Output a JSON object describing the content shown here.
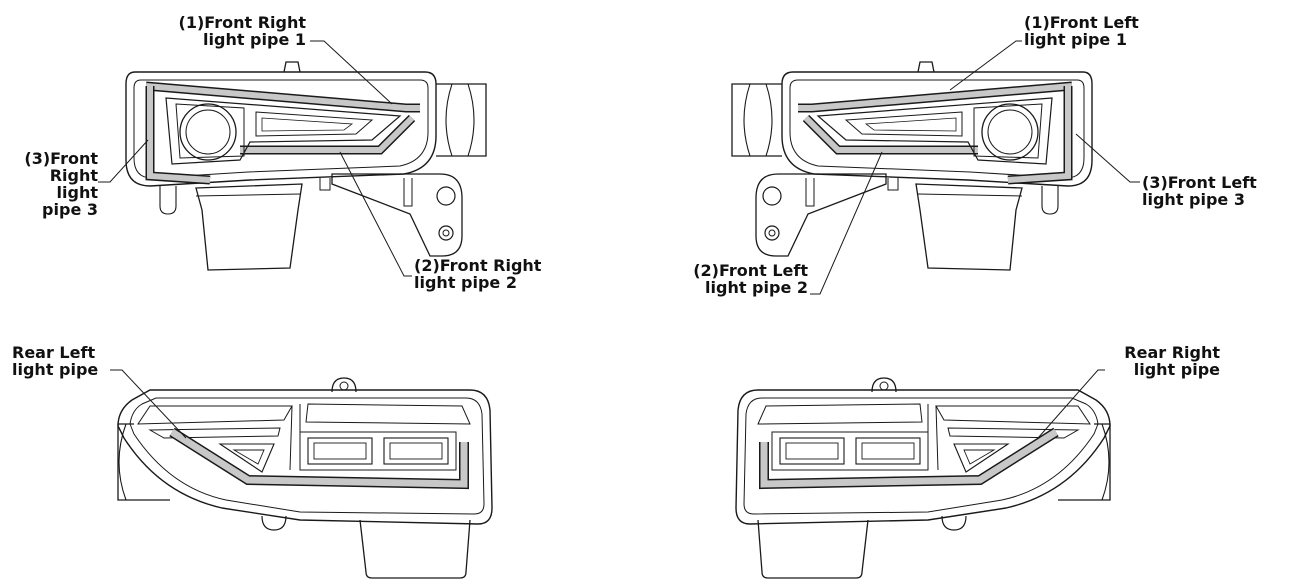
{
  "labels": {
    "front_right_pipe1": [
      "(1)Front Right",
      "light pipe 1"
    ],
    "front_right_pipe2": [
      "(2)Front Right",
      "light pipe 2"
    ],
    "front_right_pipe3": [
      "(3)Front",
      "Right",
      "light",
      "pipe 3"
    ],
    "front_left_pipe1": [
      "(1)Front Left",
      "light pipe 1"
    ],
    "front_left_pipe2": [
      "(2)Front Left",
      "light pipe 2"
    ],
    "front_left_pipe3": [
      "(3)Front Left",
      "light pipe 3"
    ],
    "rear_left_pipe": [
      "Rear Left",
      "light pipe"
    ],
    "rear_right_pipe": [
      "Rear Right",
      "light pipe"
    ]
  },
  "colors": {
    "outline": "#1a1a1a",
    "light_pipe": "#c8c8c8"
  }
}
